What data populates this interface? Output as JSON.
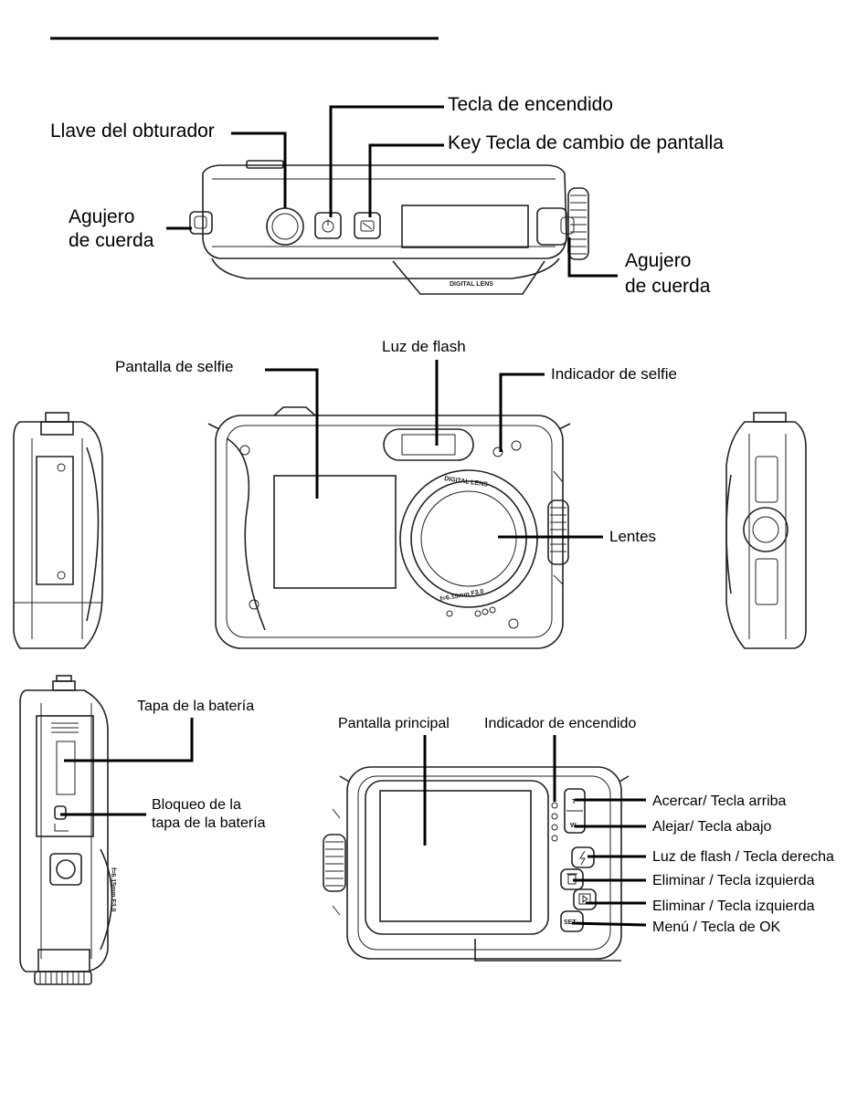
{
  "labels": {
    "shutter_key": "Llave del obturador",
    "power_key": "Tecla de encendido",
    "display_key": "Key Tecla de cambio de pantalla",
    "strap_hole_left_1": "Agujero",
    "strap_hole_left_2": "de cuerda",
    "strap_hole_right_1": "Agujero",
    "strap_hole_right_2": "de cuerda",
    "flash_light": "Luz de flash",
    "selfie_screen": "Pantalla de selfie",
    "selfie_indicator": "Indicador de selfie",
    "lens": "Lentes",
    "battery_cover": "Tapa de la batería",
    "battery_lock_1": "Bloqueo de la",
    "battery_lock_2": "tapa de la batería",
    "main_screen": "Pantalla principal",
    "power_indicator": "Indicador de encendido",
    "zoom_in": "Acercar/ Tecla arriba",
    "zoom_out": "Alejar/ Tecla abajo",
    "flash_right": "Luz de flash / Tecla derecha",
    "delete_left_1": "Eliminar / Tecla izquierda",
    "delete_left_2": "Eliminar / Tecla izquierda",
    "menu_ok": "Menú / Tecla de OK"
  },
  "engravings": {
    "digital_lens": "DIGITAL LENS",
    "lens_spec": "f=6.15mm F3.0",
    "btn_t": "T",
    "btn_w": "W",
    "btn_set": "SET"
  },
  "icons": [
    "shutter-button-icon",
    "power-button-icon",
    "display-button-icon",
    "flash-icon",
    "trash-icon",
    "playback-icon"
  ]
}
